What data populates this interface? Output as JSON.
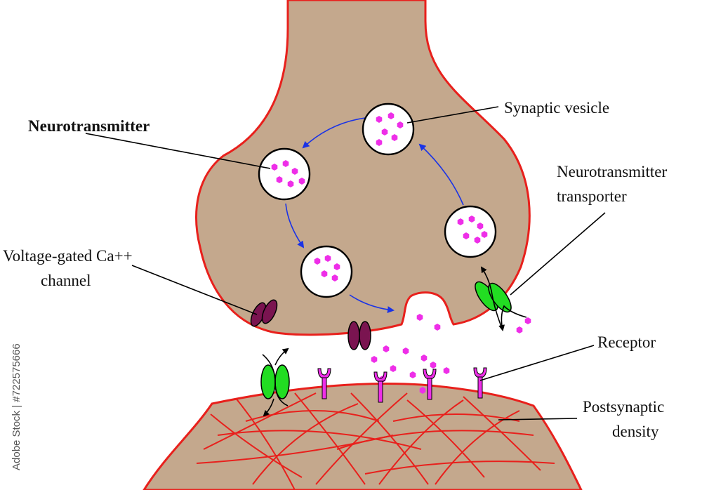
{
  "labels": {
    "neurotransmitter": "Neurotransmitter",
    "synaptic_vesicle": "Synaptic vesicle",
    "transporter_line1": "Neurotransmitter",
    "transporter_line2": "transporter",
    "ca_channel_line1": "Voltage-gated Ca++",
    "ca_channel_line2": "channel",
    "receptor": "Receptor",
    "postsynaptic_line1": "Postsynaptic",
    "postsynaptic_line2": "density"
  },
  "watermark": "Adobe Stock | #722575666",
  "colors": {
    "terminal_fill": "#c4a88d",
    "membrane": "#e8201c",
    "vesicle_fill": "#ffffff",
    "neurotransmitter": "#ee2ee8",
    "cycle_arrow": "#1a33e6",
    "ca_channel": "#7a1450",
    "transporter": "#22dd22",
    "receptor": "#ee2ee8"
  }
}
